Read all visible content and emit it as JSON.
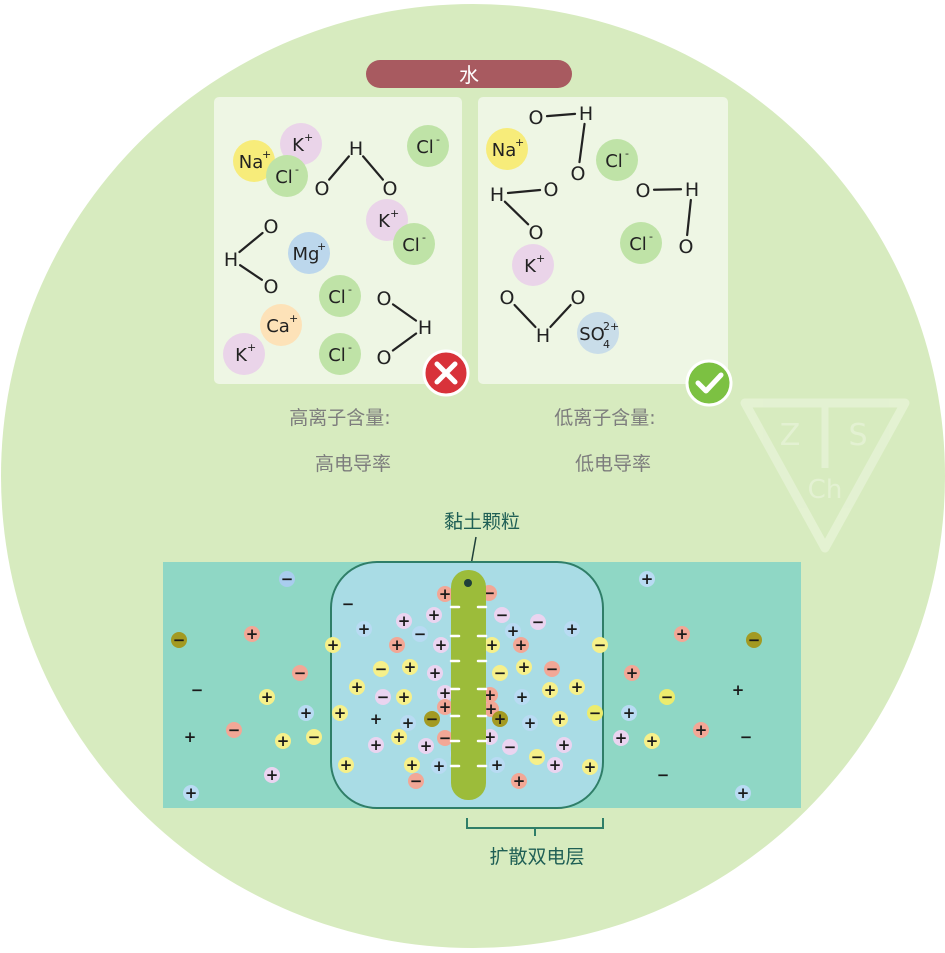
{
  "header": {
    "label": "水"
  },
  "left_panel": {
    "caption_line1": "高离子含量:",
    "caption_line2": "高电导率",
    "verdict_icon": "cross-icon",
    "ions": [
      {
        "kind": "Na",
        "label": "Na",
        "sup": "+",
        "color": "#f7ec7a"
      },
      {
        "kind": "K",
        "label": "K",
        "sup": "+",
        "color": "#ead4e9"
      },
      {
        "kind": "Cl",
        "label": "Cl",
        "sup": "-",
        "color": "#bfe3a7"
      },
      {
        "kind": "Cl",
        "label": "Cl",
        "sup": "-",
        "color": "#bfe3a7"
      },
      {
        "kind": "K",
        "label": "K",
        "sup": "+",
        "color": "#ead4e9"
      },
      {
        "kind": "Cl",
        "label": "Cl",
        "sup": "-",
        "color": "#bfe3a7"
      },
      {
        "kind": "Mg",
        "label": "Mg",
        "sup": "+",
        "color": "#bcd7ec"
      },
      {
        "kind": "Cl",
        "label": "Cl",
        "sup": "-",
        "color": "#bfe3a7"
      },
      {
        "kind": "Ca",
        "label": "Ca",
        "sup": "+",
        "color": "#fde2b8"
      },
      {
        "kind": "K",
        "label": "K",
        "sup": "+",
        "color": "#ead4e9"
      },
      {
        "kind": "Cl",
        "label": "Cl",
        "sup": "-",
        "color": "#bfe3a7"
      }
    ]
  },
  "right_panel": {
    "caption_line1": "低离子含量:",
    "caption_line2": "低电导率",
    "verdict_icon": "check-icon",
    "ions": [
      {
        "kind": "Na",
        "label": "Na",
        "sup": "+",
        "color": "#f7ec7a"
      },
      {
        "kind": "Cl",
        "label": "Cl",
        "sup": "-",
        "color": "#bfe3a7"
      },
      {
        "kind": "Cl",
        "label": "Cl",
        "sup": "-",
        "color": "#bfe3a7"
      },
      {
        "kind": "K",
        "label": "K",
        "sup": "+",
        "color": "#ead4e9"
      },
      {
        "kind": "SO4",
        "label": "SO",
        "sup": "2+",
        "sub": "4",
        "color": "#c9dde9"
      }
    ]
  },
  "molecule_atoms": {
    "oxygen": "O",
    "hydrogen": "H"
  },
  "clay": {
    "particle_label": "黏土颗粒",
    "layer_label": "扩散双电层",
    "charge_plus": "+",
    "charge_minus": "−"
  },
  "watermark": [
    "Z",
    "S",
    "Ch"
  ],
  "colors": {
    "circle_bg": "#d7ebbf",
    "panel_bg": "#eef6e4",
    "header_bar": "#a85a60",
    "particle": "#9cbc3a",
    "band_outside": "#8fd7c5",
    "band_inside": "#a9dce5",
    "outline": "#2f7e68",
    "cross_badge": "#d8323a",
    "check_badge": "#7cc142",
    "ion_plus_red": "#f2a796",
    "ion_plus_yellow": "#f6f08a",
    "ion_plus_blue": "#b9dbf3",
    "ion_plus_lilac": "#ead4f0",
    "ion_minus_yellow": "#ecec6e",
    "ion_minus_blue": "#a9cdee",
    "ion_neutral_olive": "#a39a22"
  }
}
